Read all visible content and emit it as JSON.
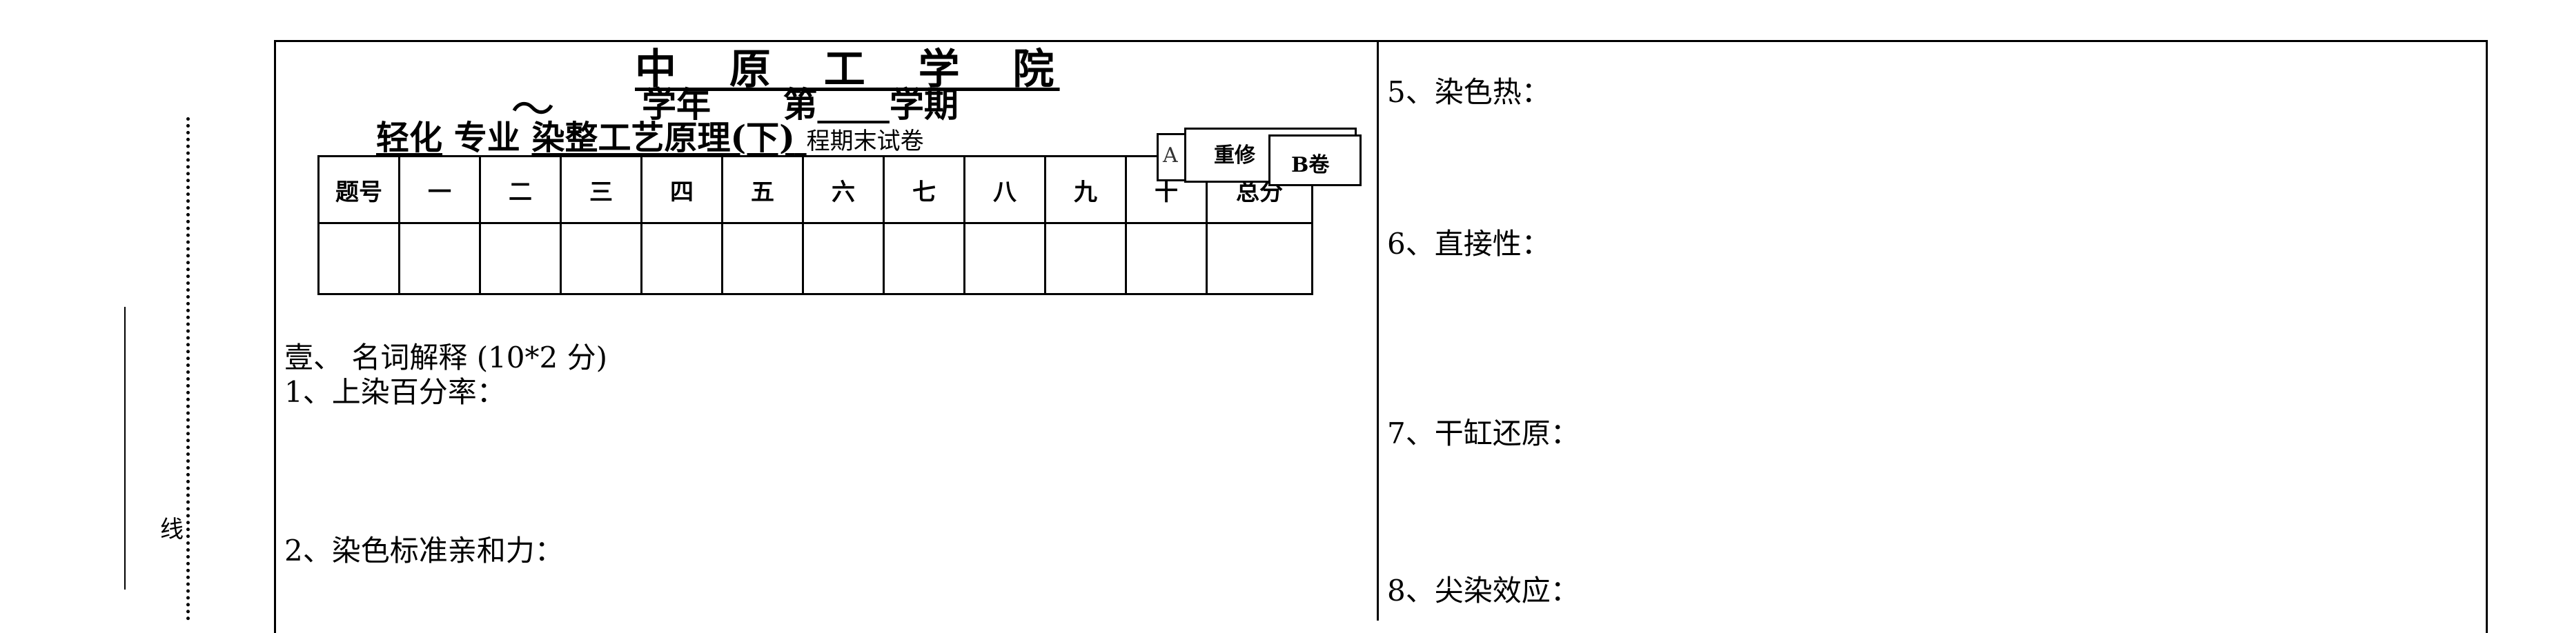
{
  "binding": {
    "char": "线"
  },
  "header": {
    "school": "中 原 工 学 院",
    "tilde": "～",
    "year_prefix": "学年",
    "term_prefix": "第",
    "term_suffix": "学期",
    "major": "轻化",
    "major_suffix": "专业",
    "course": "染整工艺原理(下)",
    "exam_type": "程期末试卷"
  },
  "boxes": {
    "back_label": "A",
    "retake": "重修",
    "paper": "B卷"
  },
  "score_table": {
    "headers": [
      "题号",
      "一",
      "二",
      "三",
      "四",
      "五",
      "六",
      "七",
      "八",
      "九",
      "十",
      "总分"
    ]
  },
  "section": {
    "title": "壹、 名词解释 (10*2 分)"
  },
  "questions_left": [
    "1、上染百分率：",
    "2、染色标准亲和力："
  ],
  "questions_right": [
    "5、染色热：",
    "6、直接性：",
    "7、干缸还原：",
    "8、尖染效应："
  ]
}
